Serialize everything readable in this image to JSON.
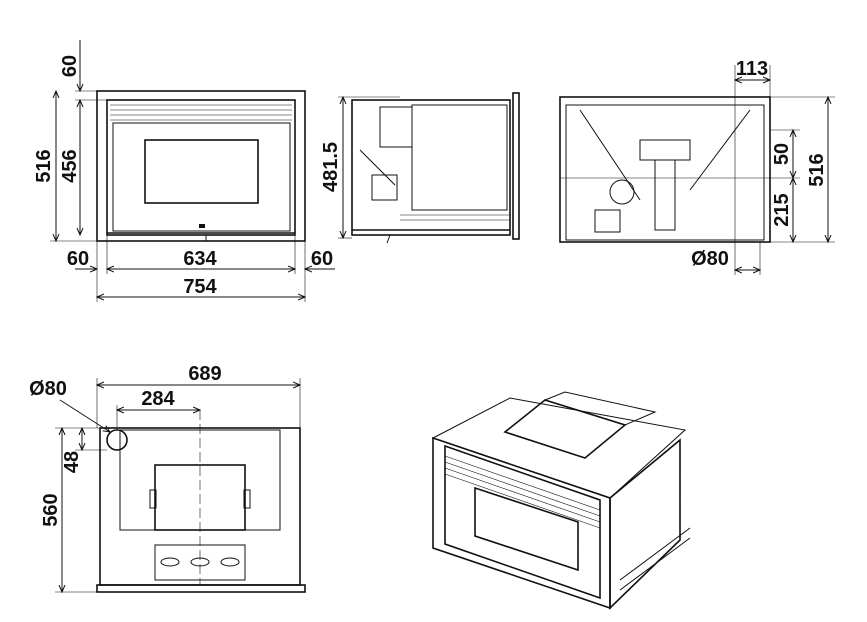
{
  "front_view": {
    "top_offset": "60",
    "height_total": "516",
    "height_inner": "456",
    "left_margin": "60",
    "inner_width": "634",
    "right_margin": "60",
    "total_width": "754"
  },
  "side_view": {
    "height": "481.5"
  },
  "rear_view": {
    "flue_offset": "113",
    "flue_height_a": "50",
    "height_total": "516",
    "flue_height_b": "215",
    "flue_diameter": "Ø80"
  },
  "top_view": {
    "depth": "689",
    "flue_diameter": "Ø80",
    "flue_x": "284",
    "flue_y": "48",
    "width": "560"
  }
}
